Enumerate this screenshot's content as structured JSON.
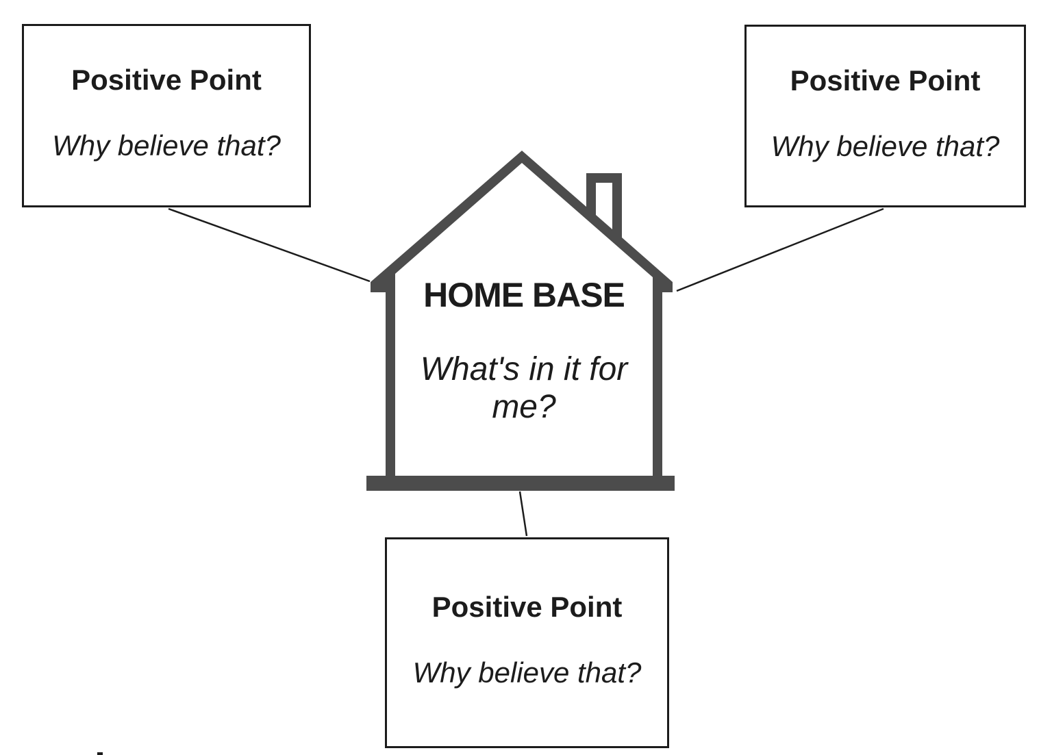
{
  "diagram": {
    "background": "#ffffff",
    "house": {
      "title": "HOME BASE",
      "question": "What's in it for me?",
      "outline_color": "#4c4c4c"
    },
    "boxes": [
      {
        "position": "top-left",
        "title": "Positive Point",
        "question": "Why believe that?"
      },
      {
        "position": "top-right",
        "title": "Positive Point",
        "question": "Why believe that?"
      },
      {
        "position": "bottom-center",
        "title": "Positive Point",
        "question": "Why believe that?"
      }
    ],
    "colors": {
      "house_outline": "#4c4c4c",
      "box_border": "#1c1c1c",
      "text": "#1c1c1c",
      "connector_line": "#1c1c1c"
    }
  }
}
